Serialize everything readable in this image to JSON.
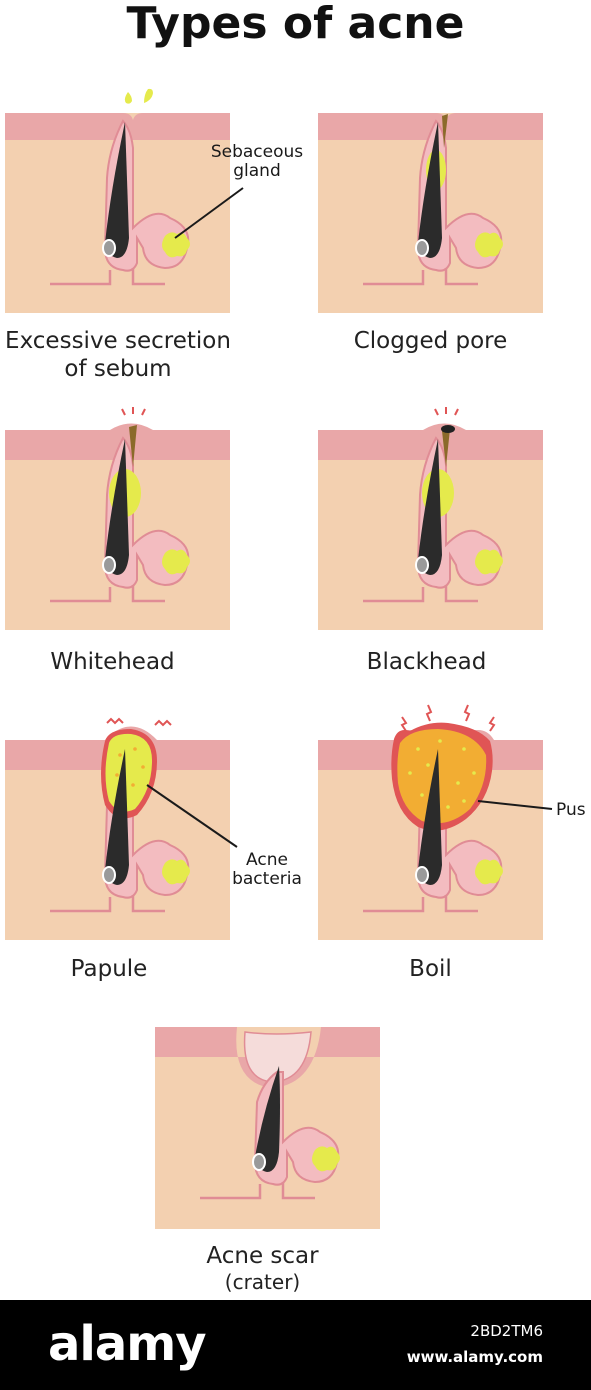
{
  "title": "Types of acne",
  "colors": {
    "skin": "#f3d0b0",
    "epidermis": "#e9a7a8",
    "follicle": "#f3bcc0",
    "follicle_edge": "#e08c95",
    "hair": "#2b2b2b",
    "sebum": "#e5ea4c",
    "pus": "#f2ad33",
    "inflamed": "#e05555",
    "plug": "#8b6a2a"
  },
  "panels": [
    {
      "id": "excessive",
      "caption_lines": [
        "Excessive secretion",
        "of sebum"
      ],
      "callout": [
        "Sebaceous",
        "gland"
      ]
    },
    {
      "id": "clogged",
      "caption_lines": [
        "Clogged pore"
      ]
    },
    {
      "id": "whitehead",
      "caption_lines": [
        "Whitehead"
      ]
    },
    {
      "id": "blackhead",
      "caption_lines": [
        "Blackhead"
      ]
    },
    {
      "id": "papule",
      "caption_lines": [
        "Papule"
      ],
      "callout": [
        "Acne",
        "bacteria"
      ]
    },
    {
      "id": "boil",
      "caption_lines": [
        "Boil"
      ],
      "callout": [
        "Pus"
      ]
    },
    {
      "id": "scar",
      "caption_lines": [
        "Acne scar",
        "(crater)"
      ]
    }
  ],
  "footer": {
    "brand": "alamy",
    "image_id": "2BD2TM6",
    "site": "www.alamy.com"
  }
}
